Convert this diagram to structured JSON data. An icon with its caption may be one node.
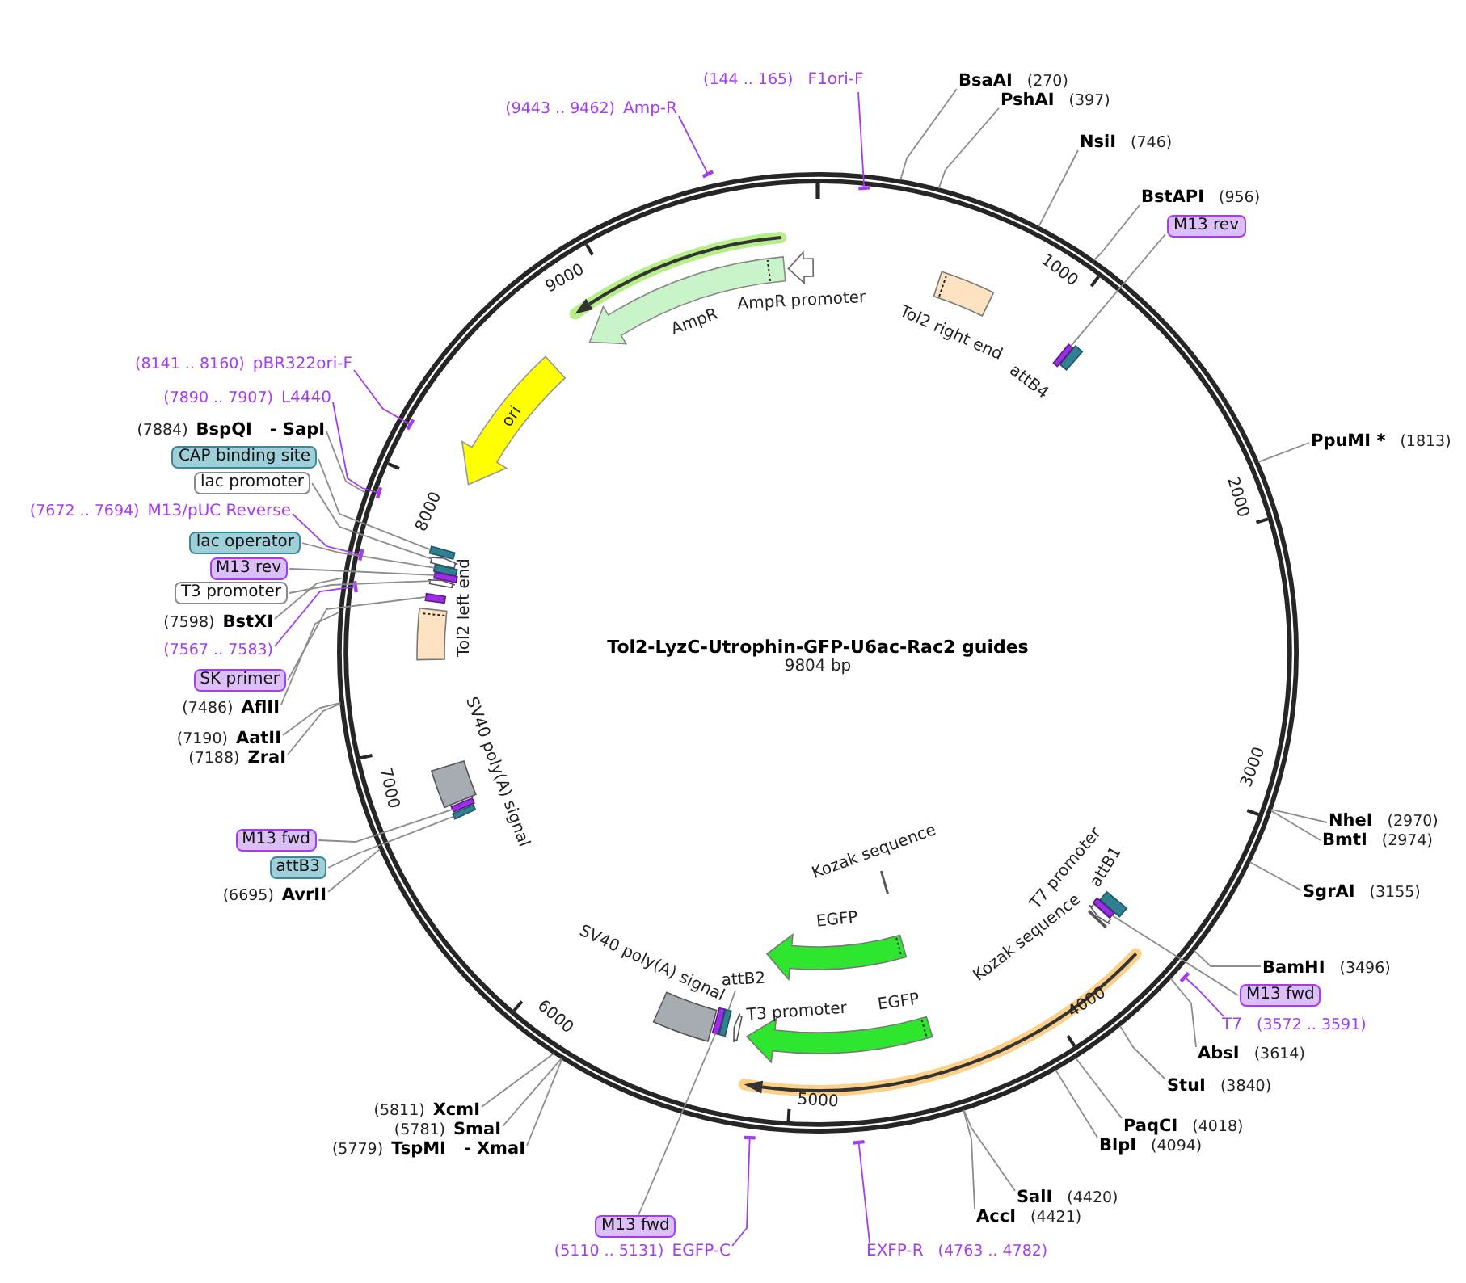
{
  "diagram": {
    "title": "Tol2-LyzC-Utrophin-GFP-U6ac-Rac2 guides",
    "nodes": [
      {
        "text": [
          "(144 .. 165)",
          "F1ori-F"
        ]
      },
      {
        "text": [
          "BsaAI",
          "(270)"
        ]
      },
      {
        "text": [
          "PshAI",
          "(397)"
        ]
      },
      {
        "text": [
          "NsiI",
          "(746)"
        ]
      },
      {
        "text": [
          "BstAPI",
          "(956)"
        ]
      },
      {
        "text": [
          "M13 rev"
        ]
      },
      {
        "text": [
          "PpuMI *",
          "(1813)"
        ]
      },
      {
        "text": [
          "NheI",
          "(2970)"
        ]
      },
      {
        "text": [
          "BmtI",
          "(2974)"
        ]
      },
      {
        "text": [
          "SgrAI",
          "(3155)"
        ]
      },
      {
        "text": [
          "BamHI",
          "(3496)"
        ]
      },
      {
        "text": [
          "M13 fwd"
        ]
      },
      {
        "text": [
          "T7",
          "(3572 .. 3591)"
        ]
      },
      {
        "text": [
          "AbsI",
          "(3614)"
        ]
      },
      {
        "text": [
          "StuI",
          "(3840)"
        ]
      },
      {
        "text": [
          "PaqCI",
          "(4018)"
        ]
      },
      {
        "text": [
          "BlpI",
          "(4094)"
        ]
      },
      {
        "text": [
          "SalI",
          "(4420)"
        ]
      },
      {
        "text": [
          "AccI",
          "(4421)"
        ]
      },
      {
        "text": [
          "EXFP-R",
          "(4763 .. 4782)"
        ]
      },
      {
        "text": [
          "(5110 .. 5131)",
          "EGFP-C"
        ]
      },
      {
        "text": [
          "M13 fwd"
        ]
      },
      {
        "text": [
          "(5811)",
          "XcmI"
        ]
      },
      {
        "text": [
          "(5781)",
          "SmaI"
        ]
      },
      {
        "text": [
          "(5779)",
          "TspMI",
          "- XmaI"
        ]
      },
      {
        "text": [
          "(6695)",
          "AvrII"
        ]
      },
      {
        "text": [
          "attB3"
        ]
      },
      {
        "text": [
          "M13 fwd"
        ]
      },
      {
        "text": [
          "(7188)",
          "ZraI"
        ]
      },
      {
        "text": [
          "(7190)",
          "AatII"
        ]
      },
      {
        "text": [
          "(7486)",
          "AflII"
        ]
      },
      {
        "text": [
          "SK primer"
        ]
      },
      {
        "text": [
          "(7567 .. 7583)"
        ]
      },
      {
        "text": [
          "(7598)",
          "BstXI"
        ]
      },
      {
        "text": [
          "T3 promoter"
        ]
      },
      {
        "text": [
          "M13 rev"
        ]
      },
      {
        "text": [
          "lac operator"
        ]
      },
      {
        "text": [
          "(7672 .. 7694)",
          "M13/pUC Reverse"
        ]
      },
      {
        "text": [
          "lac promoter"
        ]
      },
      {
        "text": [
          "CAP binding site"
        ]
      },
      {
        "text": [
          "(7884)",
          "BspQI",
          "- SapI"
        ]
      },
      {
        "text": [
          "(7890 .. 7907)",
          "L4440"
        ]
      },
      {
        "text": [
          "(8141 .. 8160)",
          "pBR322ori-F"
        ]
      },
      {
        "text": [
          "(9443 .. 9462)",
          "Amp-R"
        ]
      },
      {
        "text": [],
        "shape": "arrow",
        "beside": [
          "AmpR promoter"
        ]
      },
      {
        "text": [],
        "shape": "arrow",
        "beside": [
          "AmpR"
        ]
      },
      {
        "text": [],
        "shape": "box",
        "beside": [
          "Tol2 right end"
        ]
      },
      {
        "text": [],
        "shape": "bar",
        "beside": [
          "attB4"
        ]
      },
      {
        "text": [],
        "shape": "bar"
      },
      {
        "text": [],
        "shape": "bar",
        "beside": [
          "Kozak sequence"
        ]
      },
      {
        "text": [],
        "shape": "arrow",
        "beside": [
          "EGFP"
        ]
      },
      {
        "text": [],
        "shape": "arrow",
        "beside": [
          "T7 promoter"
        ]
      },
      {
        "text": [],
        "shape": "bar",
        "beside": [
          "attB1"
        ]
      },
      {
        "text": [],
        "shape": "bar",
        "beside": [
          "Kozak sequence"
        ]
      },
      {
        "text": [],
        "shape": "bar"
      },
      {
        "text": [],
        "shape": "arrow",
        "beside": [
          "EGFP"
        ]
      },
      {
        "text": [],
        "shape": "arrow",
        "beside": [
          "T3 promoter"
        ]
      },
      {
        "text": [
          "attB2"
        ]
      },
      {
        "text": [],
        "shape": "bar"
      },
      {
        "text": [],
        "shape": "bar"
      },
      {
        "text": [],
        "shape": "box",
        "beside": [
          "SV40 poly(A) signal"
        ]
      },
      {
        "text": [],
        "shape": "bar"
      },
      {
        "text": [],
        "shape": "bar"
      },
      {
        "text": [],
        "shape": "box",
        "beside": [
          "SV40 poly(A) signal"
        ]
      },
      {
        "text": [],
        "shape": "box",
        "beside": [
          "Tol2 left end"
        ]
      },
      {
        "text": [],
        "shape": "bar"
      },
      {
        "text": [],
        "shape": "arrow"
      },
      {
        "text": [],
        "shape": "bar"
      },
      {
        "text": [],
        "shape": "bar"
      },
      {
        "text": [],
        "shape": "arrow"
      },
      {
        "text": [],
        "shape": "bar"
      },
      {
        "text": [
          "ori"
        ]
      }
    ],
    "edges": [
      {
        "from": 0,
        "to": null,
        "arrow": "other",
        "color": "#a33df0"
      },
      {
        "from": 1,
        "to": null,
        "arrow": "none"
      },
      {
        "from": 2,
        "to": null,
        "arrow": "none"
      },
      {
        "from": 3,
        "to": null,
        "arrow": "none"
      },
      {
        "from": 4,
        "to": null,
        "arrow": "none"
      },
      {
        "from": 5,
        "to": 48,
        "arrow": "none"
      },
      {
        "from": 6,
        "to": null,
        "arrow": "none"
      },
      {
        "from": 7,
        "to": null,
        "arrow": "none"
      },
      {
        "from": 8,
        "to": null,
        "arrow": "none"
      },
      {
        "from": 9,
        "to": null,
        "arrow": "none"
      },
      {
        "from": 10,
        "to": null,
        "arrow": "none"
      },
      {
        "from": 11,
        "to": 54,
        "arrow": "none"
      },
      {
        "from": 12,
        "to": null,
        "arrow": "other",
        "color": "#a33df0"
      },
      {
        "from": 13,
        "to": null,
        "arrow": "none"
      },
      {
        "from": 14,
        "to": null,
        "arrow": "none"
      },
      {
        "from": 15,
        "to": null,
        "arrow": "none"
      },
      {
        "from": 16,
        "to": null,
        "arrow": "none"
      },
      {
        "from": 17,
        "to": null,
        "arrow": "none"
      },
      {
        "from": 18,
        "to": null,
        "arrow": "none"
      },
      {
        "from": 19,
        "to": null,
        "arrow": "other",
        "color": "#a33df0"
      },
      {
        "from": 20,
        "to": null,
        "arrow": "other",
        "color": "#a33df0"
      },
      {
        "from": 21,
        "to": 58,
        "arrow": "none"
      },
      {
        "from": 22,
        "to": null,
        "arrow": "none"
      },
      {
        "from": 23,
        "to": null,
        "arrow": "none"
      },
      {
        "from": 24,
        "to": null,
        "arrow": "none"
      },
      {
        "from": 25,
        "to": null,
        "arrow": "none"
      },
      {
        "from": 26,
        "to": 62,
        "arrow": "none"
      },
      {
        "from": 27,
        "to": 61,
        "arrow": "none"
      },
      {
        "from": 28,
        "to": null,
        "arrow": "none"
      },
      {
        "from": 29,
        "to": null,
        "arrow": "none"
      },
      {
        "from": 30,
        "to": null,
        "arrow": "none"
      },
      {
        "from": 31,
        "to": 70,
        "arrow": "none"
      },
      {
        "from": 32,
        "to": null,
        "arrow": "other",
        "color": "#a33df0"
      },
      {
        "from": 33,
        "to": null,
        "arrow": "none"
      },
      {
        "from": 34,
        "to": 69,
        "arrow": "none"
      },
      {
        "from": 35,
        "to": 68,
        "arrow": "none"
      },
      {
        "from": 36,
        "to": 67,
        "arrow": "none"
      },
      {
        "from": 37,
        "to": null,
        "arrow": "other",
        "color": "#a33df0"
      },
      {
        "from": 38,
        "to": 66,
        "arrow": "none"
      },
      {
        "from": 39,
        "to": 65,
        "arrow": "none"
      },
      {
        "from": 40,
        "to": null,
        "arrow": "none"
      },
      {
        "from": 41,
        "to": null,
        "arrow": "other",
        "color": "#a33df0"
      },
      {
        "from": 42,
        "to": null,
        "arrow": "other",
        "color": "#a33df0"
      },
      {
        "from": 43,
        "to": null,
        "arrow": "other",
        "color": "#a33df0"
      },
      {
        "from": 57,
        "to": 59,
        "arrow": "none"
      }
    ],
    "labels": [
      "9804 bp",
      "1000",
      "2000",
      "3000",
      "4000",
      "5000",
      "6000",
      "7000",
      "8000",
      "9000"
    ]
  }
}
